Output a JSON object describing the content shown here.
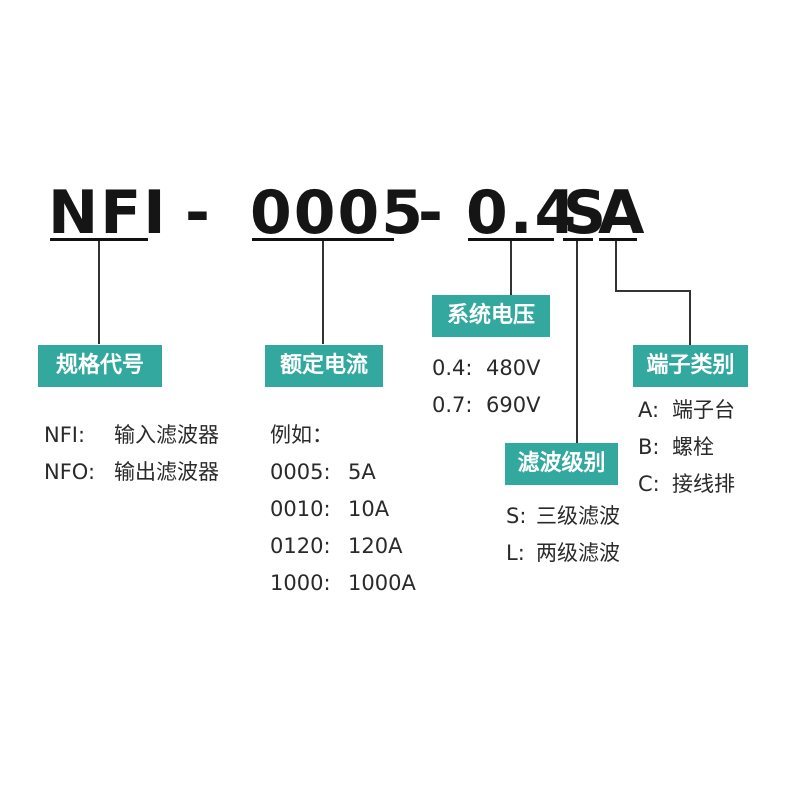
{
  "accent_color": "#33a89f",
  "code": {
    "part1": "NFI",
    "sep1": "-",
    "part2": "0005",
    "sep2": "-",
    "part3": "0.4",
    "part4": "S",
    "part5": "A"
  },
  "tags": {
    "model": "规格代号",
    "current": "额定电流",
    "voltage": "系统电压",
    "filter": "滤波级别",
    "terminal": "端子类别"
  },
  "model_items": [
    {
      "key": "NFI:",
      "value": "输入滤波器"
    },
    {
      "key": "NFO:",
      "value": "输出滤波器"
    }
  ],
  "current_intro": "例如：",
  "current_items": [
    {
      "key": "0005:",
      "value": "5A"
    },
    {
      "key": "0010:",
      "value": "10A"
    },
    {
      "key": "0120:",
      "value": "120A"
    },
    {
      "key": "1000:",
      "value": "1000A"
    }
  ],
  "voltage_items": [
    {
      "key": "0.4:",
      "value": "480V"
    },
    {
      "key": "0.7:",
      "value": "690V"
    }
  ],
  "filter_items": [
    {
      "key": "S:",
      "value": "三级滤波"
    },
    {
      "key": "L:",
      "value": "两级滤波"
    }
  ],
  "terminal_items": [
    {
      "key": "A:",
      "value": "端子台"
    },
    {
      "key": "B:",
      "value": "螺栓"
    },
    {
      "key": "C:",
      "value": "接线排"
    }
  ]
}
